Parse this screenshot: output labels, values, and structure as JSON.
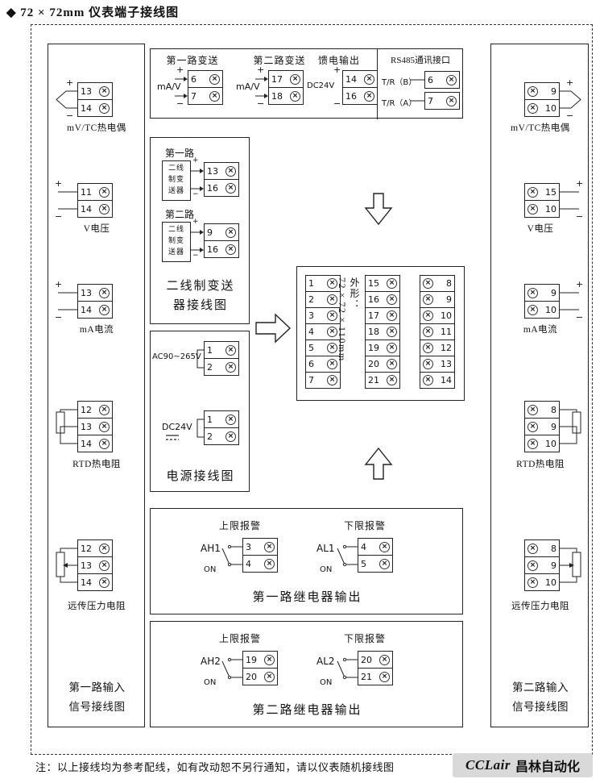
{
  "title": "◆ 72 × 72mm 仪表端子接线图",
  "symbols": {
    "plus": "+",
    "minus": "−",
    "screw": "×"
  },
  "left_panel": {
    "label_line1": "第一路输入",
    "label_line2": "信号接线图",
    "diagrams": [
      {
        "name": "mV/TC热电偶",
        "terminals": [
          "13",
          "14"
        ]
      },
      {
        "name": "V电压",
        "terminals": [
          "11",
          "14"
        ]
      },
      {
        "name": "mA电流",
        "terminals": [
          "13",
          "14"
        ]
      },
      {
        "name": "RTD热电阻",
        "terminals": [
          "12",
          "13",
          "14"
        ]
      },
      {
        "name": "远传压力电阻",
        "terminals": [
          "12",
          "13",
          "14"
        ]
      }
    ]
  },
  "right_panel": {
    "label_line1": "第二路输入",
    "label_line2": "信号接线图",
    "diagrams": [
      {
        "name": "mV/TC热电偶",
        "terminals": [
          "9",
          "10"
        ]
      },
      {
        "name": "V电压",
        "terminals": [
          "15",
          "10"
        ]
      },
      {
        "name": "mA电流",
        "terminals": [
          "9",
          "10"
        ]
      },
      {
        "name": "RTD热电阻",
        "terminals": [
          "8",
          "9",
          "10"
        ]
      },
      {
        "name": "远传压力电阻",
        "terminals": [
          "8",
          "9",
          "10"
        ]
      }
    ]
  },
  "top_box": {
    "sections": [
      {
        "label": "第一路变送",
        "signal": "mA/V",
        "terminals": [
          "6",
          "7"
        ]
      },
      {
        "label": "第二路变送",
        "signal": "mA/V",
        "terminals": [
          "17",
          "18"
        ]
      },
      {
        "label": "馈电输出",
        "signal": "DC24V",
        "terminals": [
          "14",
          "16"
        ]
      }
    ],
    "rs485": {
      "label": "RS485通讯接口",
      "rows": [
        {
          "signal": "T/R（B）",
          "terminals": [
            "6"
          ]
        },
        {
          "signal": "T/R（A）",
          "terminals": [
            "7"
          ]
        }
      ]
    }
  },
  "transmitter_box": {
    "title_line1": "二线制变送",
    "title_line2": "器接线图",
    "groups": [
      {
        "label": "第一路",
        "device": "二线\n制变\n送器",
        "terminals": [
          "13",
          "16"
        ]
      },
      {
        "label": "第二路",
        "device": "二线\n制变\n送器",
        "terminals": [
          "9",
          "16"
        ]
      }
    ]
  },
  "power_box": {
    "title": "电源接线图",
    "groups": [
      {
        "label": "AC90~265V",
        "terminals": [
          "1",
          "2"
        ]
      },
      {
        "label": "DC24V",
        "terminals": [
          "1",
          "2"
        ]
      }
    ]
  },
  "center_block": {
    "size_label": "外形：72×72×110mm",
    "col_left": [
      "1",
      "2",
      "3",
      "4",
      "5",
      "6",
      "7"
    ],
    "col_mid": [
      "15",
      "16",
      "17",
      "18",
      "19",
      "20",
      "21"
    ],
    "col_right": [
      "8",
      "9",
      "10",
      "11",
      "12",
      "13",
      "14"
    ]
  },
  "relay_boxes": [
    {
      "title": "第一路继电器输出",
      "groups": [
        {
          "alarm": "上限报警",
          "tag": "AH1",
          "switch_label": "ON",
          "terminals": [
            "3",
            "4"
          ]
        },
        {
          "alarm": "下限报警",
          "tag": "AL1",
          "switch_label": "ON",
          "terminals": [
            "4",
            "5"
          ]
        }
      ]
    },
    {
      "title": "第二路继电器输出",
      "groups": [
        {
          "alarm": "上限报警",
          "tag": "AH2",
          "switch_label": "ON",
          "terminals": [
            "19",
            "20"
          ]
        },
        {
          "alarm": "下限报警",
          "tag": "AL2",
          "switch_label": "ON",
          "terminals": [
            "20",
            "21"
          ]
        }
      ]
    }
  ],
  "footer": {
    "note": "注：以上接线均为参考配线，如有改动恕不另行通知，请以仪表随机接线图",
    "brand_left": "CCLair",
    "brand_right": "昌林自动化"
  }
}
